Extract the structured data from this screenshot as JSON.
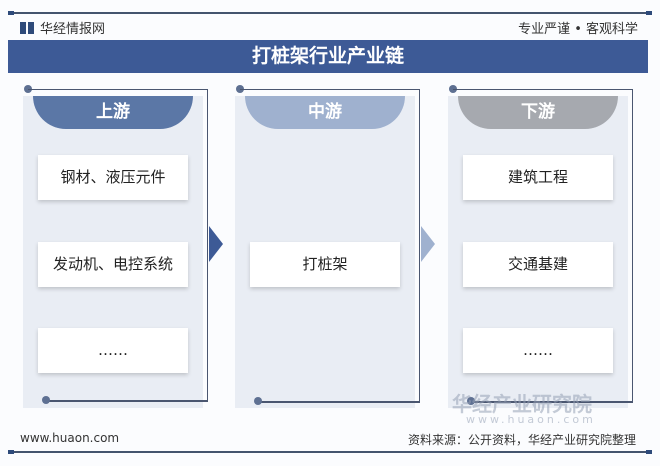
{
  "header": {
    "brand": "华经情报网",
    "slogan": "专业严谨 • 客观科学"
  },
  "title": "打桩架行业产业链",
  "columns": [
    {
      "label": "上游",
      "color": "#5b77a6",
      "items": [
        "钢材、液压元件",
        "发动机、电控系统",
        "……"
      ]
    },
    {
      "label": "中游",
      "color": "#9fb1cf",
      "items": [
        "打桩架"
      ]
    },
    {
      "label": "下游",
      "color": "#a6a9af",
      "items": [
        "建筑工程",
        "交通基建",
        "……"
      ]
    }
  ],
  "watermark": {
    "name": "华经产业研究院",
    "url": "www.huaon.com"
  },
  "footer": {
    "site": "www.huaon.com",
    "source": "资料来源：公开资料，华经产业研究院整理"
  }
}
